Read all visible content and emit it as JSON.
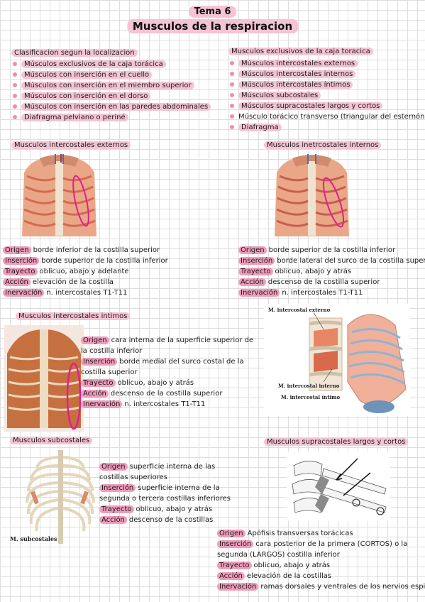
{
  "title": {
    "line1": "Tema 6",
    "line2": "Musculos de la respiracion"
  },
  "classification": {
    "heading": "Clasificacion segun la localizacion",
    "items": [
      "Músculos exclusivos de la caja torácica",
      "Músculos con inserción en el cuello",
      "Músculos con inserción en el miembro superior",
      "Músculos con inserción en el dorso",
      "Músculos con inserción en las paredes abdominales",
      "Diafragma pelviano o periné"
    ]
  },
  "exclusive": {
    "heading": "Musculos exclusivos de la caja toracica",
    "items": [
      "Músculos intercostales externos",
      "Músculos intercostales internos",
      "Músculos intercostales íntimos",
      "Músculos subcostales",
      "Músculos supracostales largos y cortos",
      "Músculo torácico transverso (triangular del esternón)",
      "Diafragma"
    ]
  },
  "labels": {
    "origen": "Origen",
    "insercion": "Inserción",
    "trayecto": "Trayecto",
    "accion": "Acción",
    "inervacion": "Inervación"
  },
  "externos": {
    "heading": "Musculos intercostales externos",
    "origen": "borde inferior de la costilla superior",
    "insercion": "borde superior de la costilla inferior",
    "trayecto": "oblicuo, abajo y adelante",
    "accion": "elevación de la costilla",
    "inervacion": "n. intercostales T1-T11"
  },
  "internos": {
    "heading": "Musculos inetrcostales internos",
    "origen": "borde superior de la costilla inferior",
    "insercion": "borde lateral del surco de la costilla superior",
    "trayecto": "oblicuo, abajo y atrás",
    "accion": "descenso de la costilla superior",
    "inervacion": "n. intercostales T1-T11"
  },
  "intimos": {
    "heading": "Musculos intercostales intimos",
    "origen": "cara interna de la superficie superior de la costilla inferior",
    "insercion": "borde medial del surco costal de la costilla superior",
    "trayecto": "oblicuo, abajo y atrás",
    "accion": "descenso de la costilla superior",
    "inervacion": "n. intercostales T1-T11"
  },
  "figure_intercostal": {
    "label_externo": "M. intercostal externo",
    "label_interno": "M. intercostal interno",
    "label_intimo": "M. intercostal íntimo"
  },
  "subcostales": {
    "heading": "Musculos subcostales",
    "origen": "superficie interna de las costillas superiores",
    "insercion": "superficie interna de la segunda o tercera costillas inferiores",
    "trayecto": "oblicuo, abajo y atrás",
    "accion": "descenso de la costillas",
    "figure_label": "M. subcostales"
  },
  "supracostales": {
    "heading": "Musculos supracostales largos y cortos",
    "origen": "Apófisis transversas torácicas",
    "insercion": "cara posterior de la primera (CORTOS) o la segunda (LARGOS) costilla inferior",
    "trayecto": "oblicuo, abajo y atrás",
    "accion": "elevación de la costillas",
    "inervacion": "ramas dorsales y ventrales de los nervios espinales"
  },
  "colors": {
    "highlight": "#f4c4d4",
    "tag": "#f09cbc",
    "bullet": "#f08cb0",
    "circle": "#e0208a"
  }
}
